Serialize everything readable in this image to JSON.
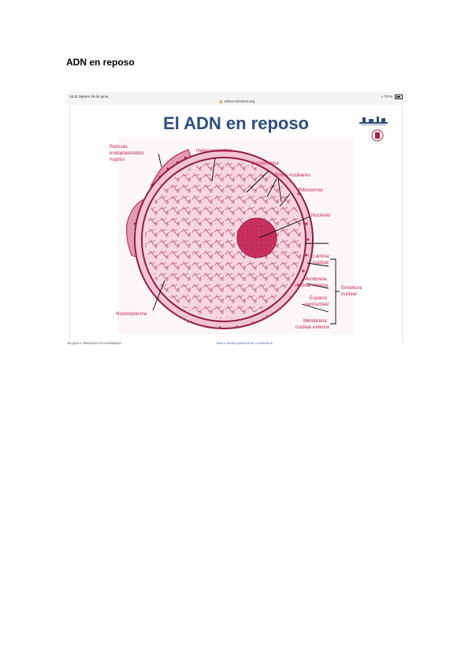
{
  "page": {
    "heading": "ADN en reposo"
  },
  "status_bar": {
    "time_date": "18:11  Martes 15 de junio",
    "url": "educa.rtonsuna.org",
    "battery": "73 %"
  },
  "slide": {
    "title": "El ADN en reposo",
    "labels": {
      "rer": [
        "Retículo",
        "endoplasmático",
        "rugoso"
      ],
      "heterocromatina": "Heterocromatina",
      "eucromatina": "Eucromatina",
      "poros": "Poros nucleares",
      "ribosomas": "Ribosomas",
      "nucleolo": "Nucleolo",
      "lamina": [
        "Lámina",
        "nuclear"
      ],
      "membrana_interna": [
        "Membrana",
        "nuclear interna"
      ],
      "envoltura": [
        "Envoltura",
        "nuclear"
      ],
      "espacio": [
        "Espacio",
        "perinuclear"
      ],
      "membrana_externa": [
        "Membrana",
        "nuclear externa"
      ],
      "nucleoplasma": "Nucleoplasma"
    },
    "footer_left": "BLOQUE II. PRINCIPIOS DE LA HERENCIA",
    "footer_center": "TEMA 3. BASES QUÍMICAS DE LA HERENCIA",
    "colors": {
      "title": "#2c4f7c",
      "label": "#c0244e",
      "nucleus": "#e9b3c5",
      "nucleolus": "#c8305d"
    }
  }
}
